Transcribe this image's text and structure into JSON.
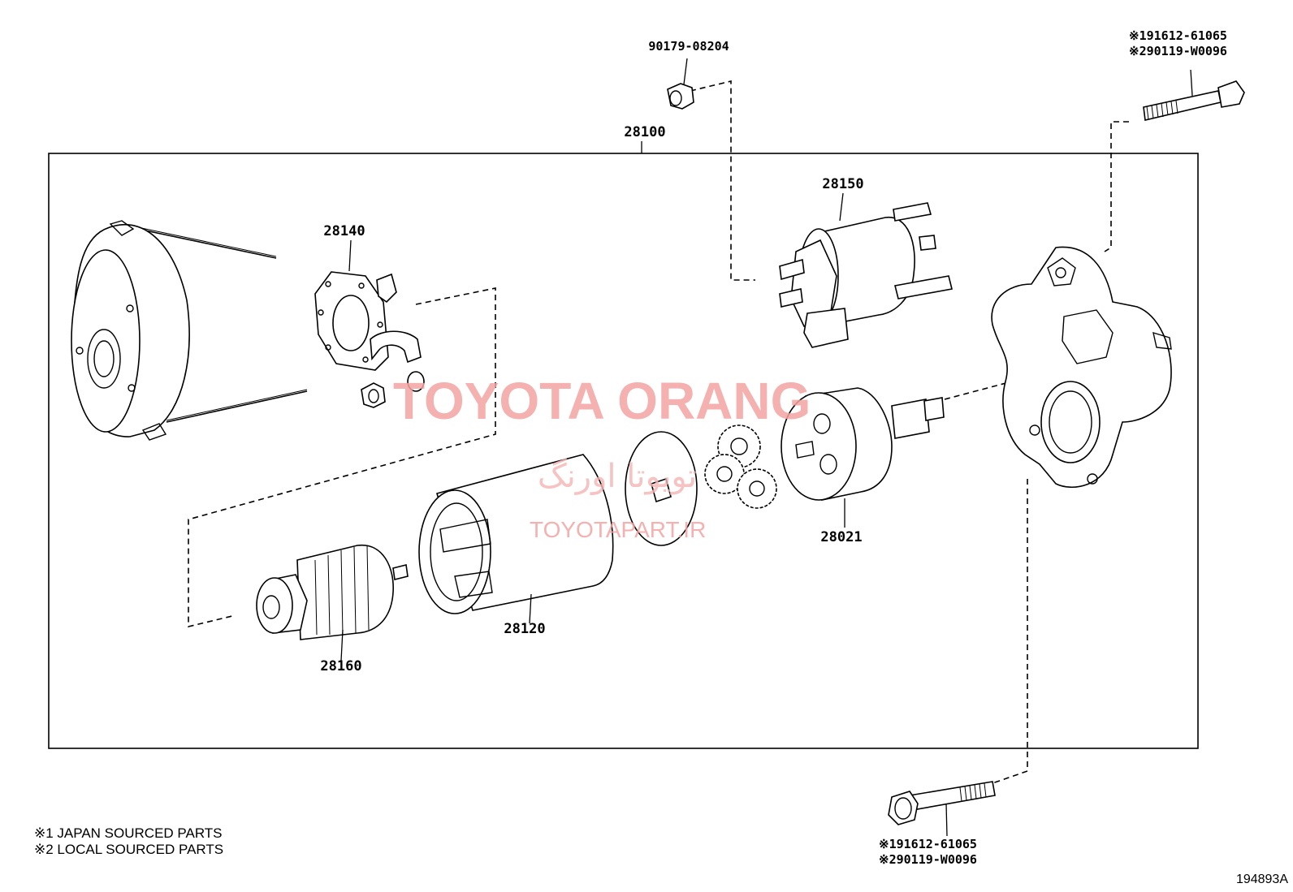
{
  "diagram": {
    "assembly_label": "28100",
    "parts": {
      "nut_top": "90179-08204",
      "bolt_top": {
        "line1": "※191612-61065",
        "line2": "※290119-W0096"
      },
      "bolt_bottom": {
        "line1": "※191612-61065",
        "line2": "※290119-W0096"
      },
      "brush_holder": "28140",
      "solenoid": "28150",
      "clutch": "28021",
      "yoke": "28120",
      "armature": "28160"
    },
    "notes": [
      "※1 JAPAN SOURCED PARTS",
      "※2 LOCAL SOURCED PARTS"
    ],
    "reference_id": "194893A",
    "watermark": {
      "brand": "TOYOTA ORANG",
      "persian": "تویوتا اورنگ",
      "url": "TOYOTAPART.IR"
    },
    "colors": {
      "line": "#000000",
      "watermark": "#f4a3a3"
    }
  }
}
